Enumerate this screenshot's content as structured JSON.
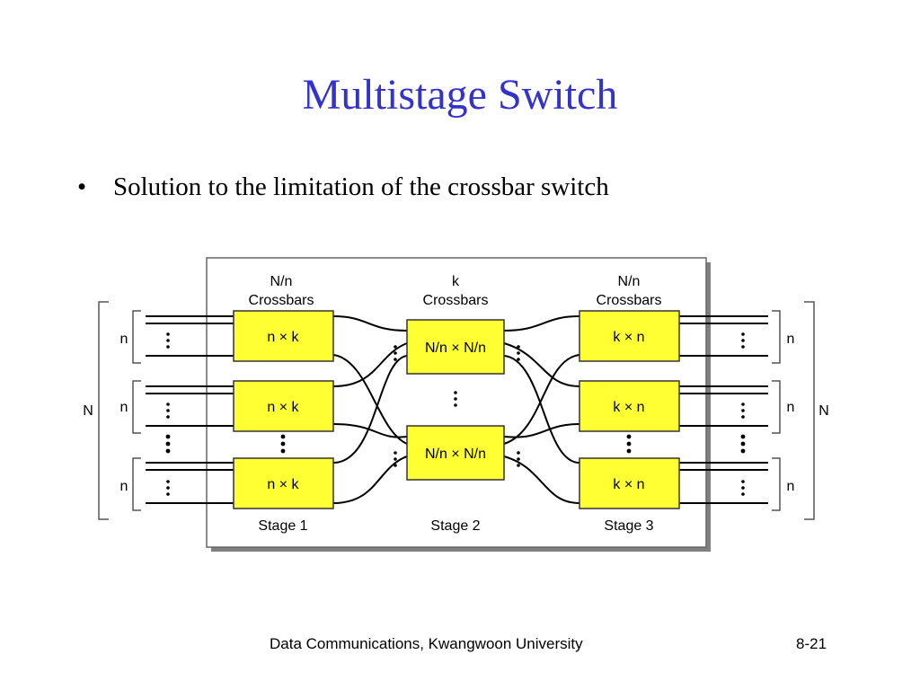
{
  "slide": {
    "title": "Multistage Switch",
    "bullets": [
      "Solution to the limitation of the crossbar switch"
    ],
    "bullet_symbol": "•",
    "footer": "Data Communications, Kwangwoon University",
    "page_number": "8-21"
  },
  "diagram": {
    "stage1": {
      "header": [
        "N/n",
        "Crossbars"
      ],
      "box_label": "n × k",
      "stage_label": "Stage 1"
    },
    "stage2": {
      "header": [
        "k",
        "Crossbars"
      ],
      "box_label": "N/n × N/n",
      "stage_label": "Stage 2"
    },
    "stage3": {
      "header": [
        "N/n",
        "Crossbars"
      ],
      "box_label": "k × n",
      "stage_label": "Stage 3"
    },
    "group_label": "n",
    "total_label": "N",
    "box_color": "#ffff33",
    "frame_color": "#808080"
  }
}
